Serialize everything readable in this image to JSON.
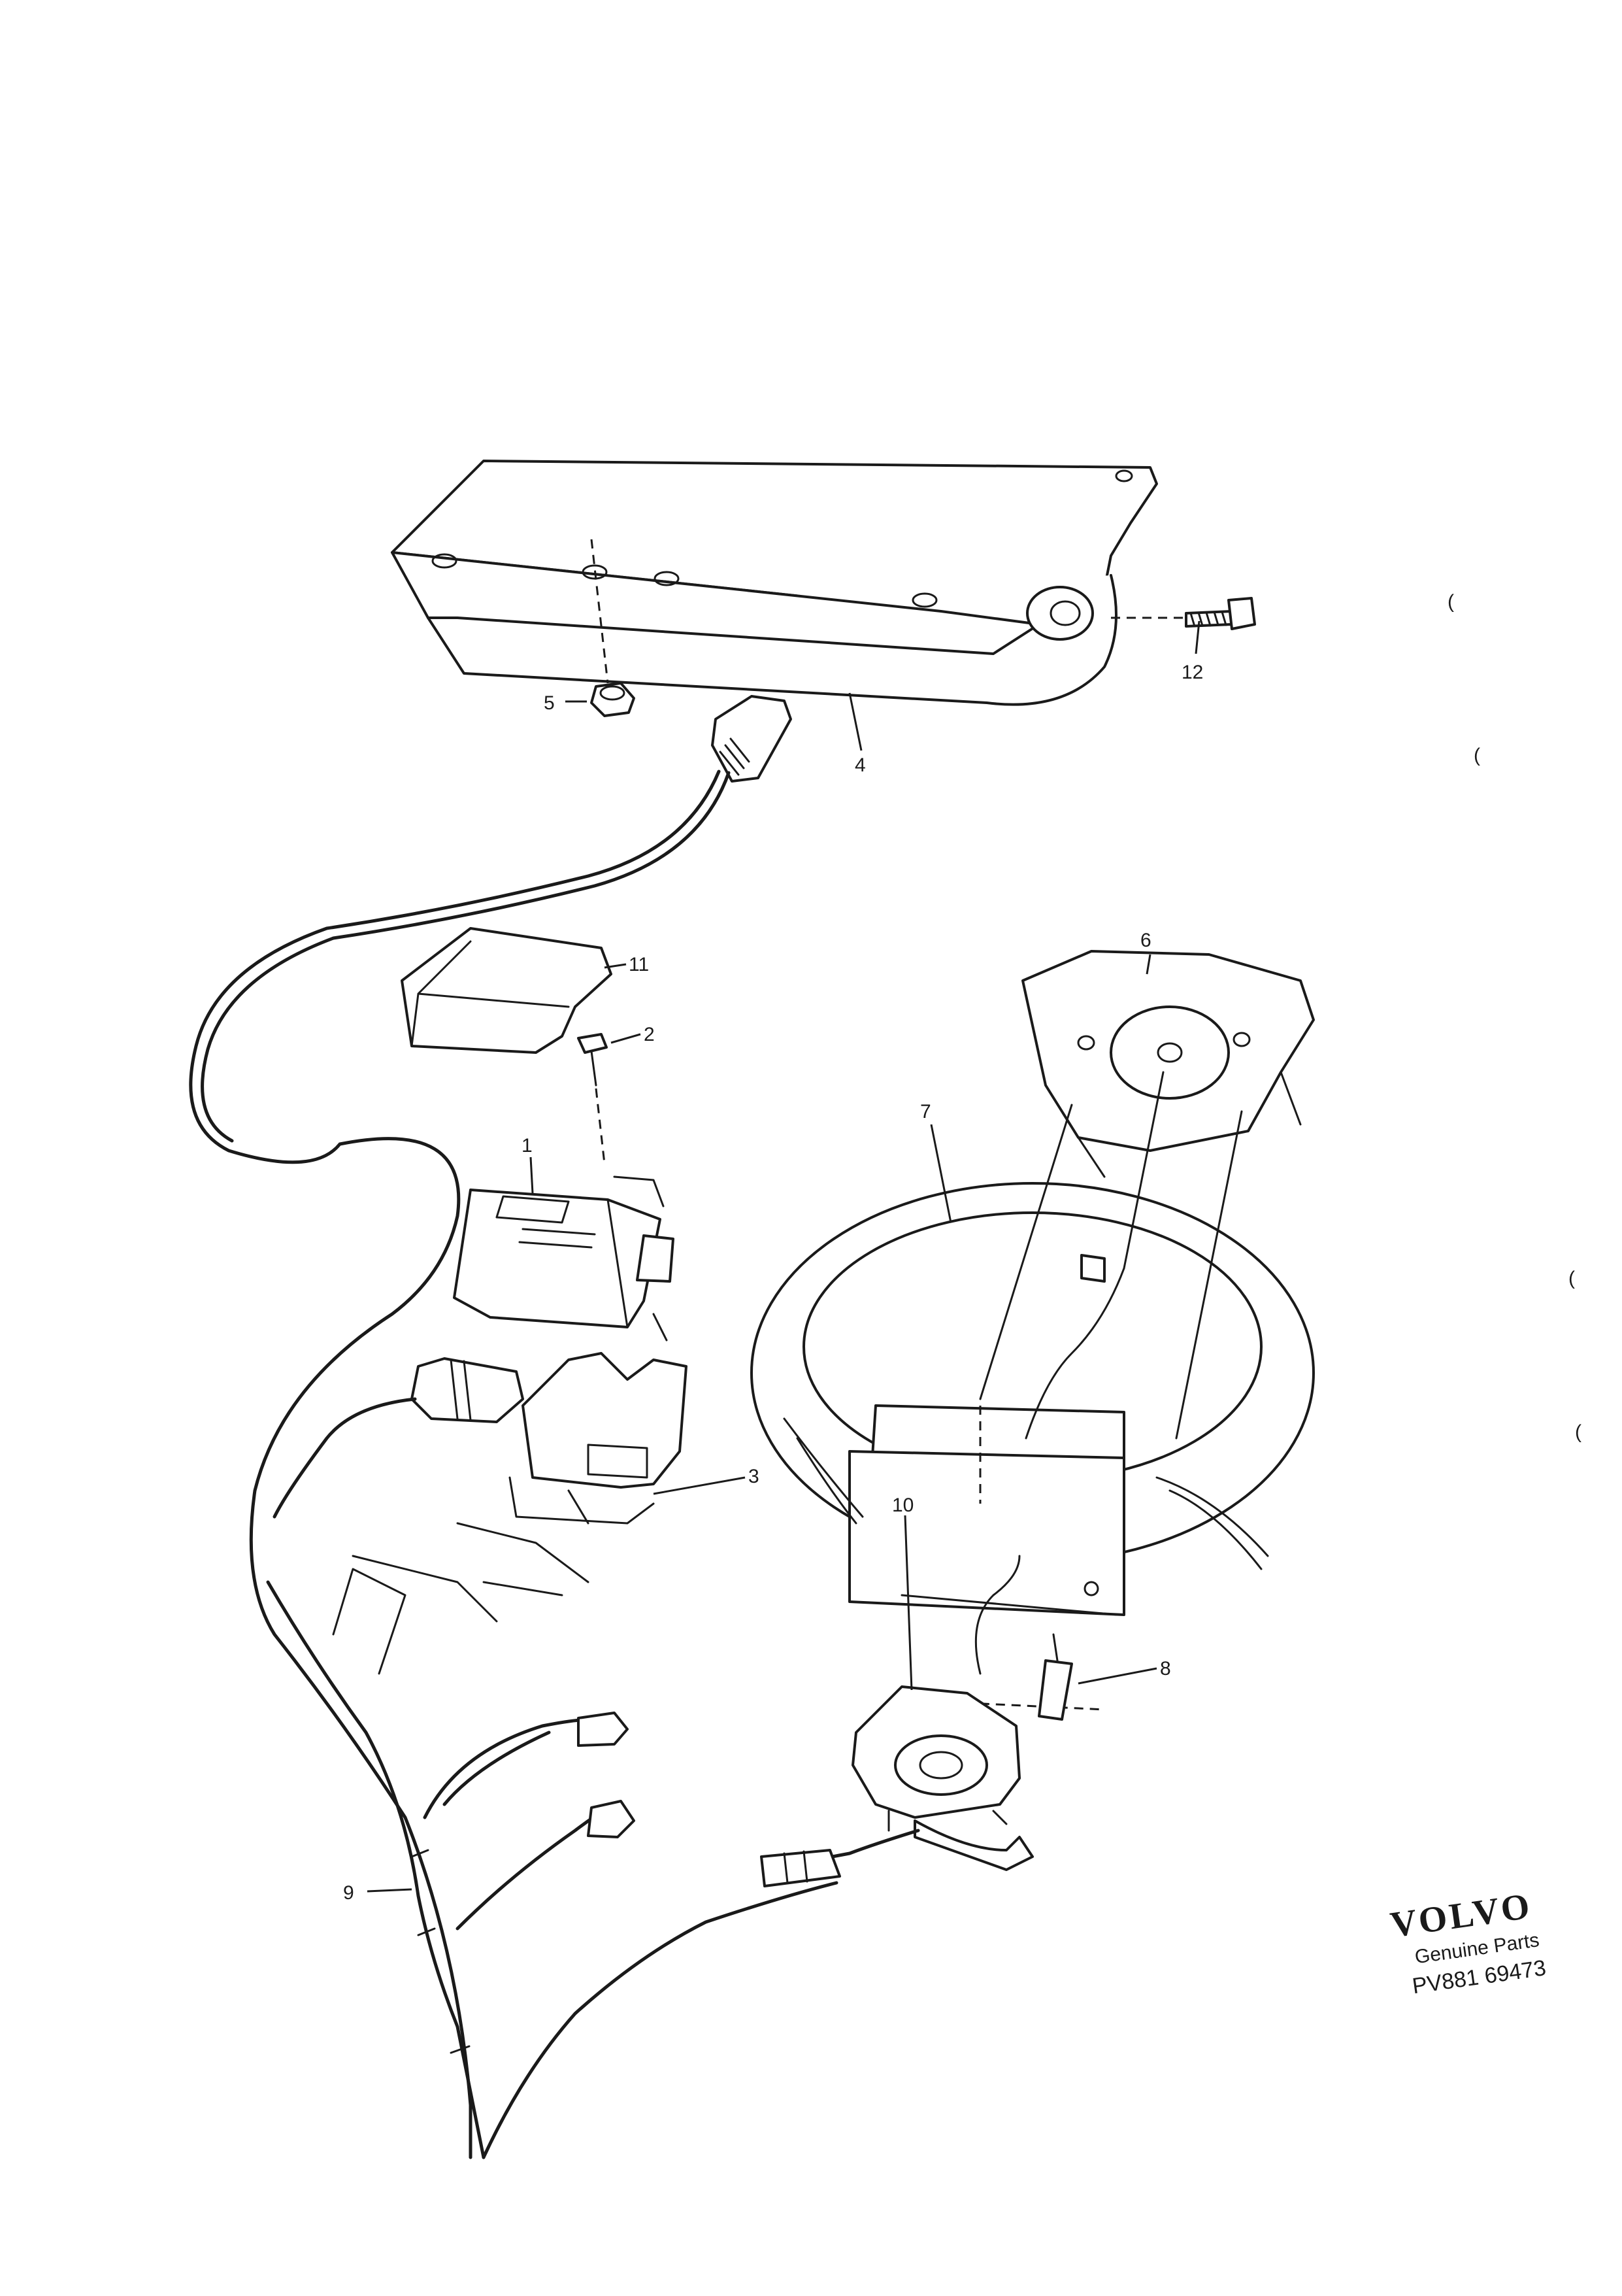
{
  "callouts": {
    "c1": "1",
    "c2": "2",
    "c3": "3",
    "c4": "4",
    "c5": "5",
    "c6": "6",
    "c7": "7",
    "c8": "8",
    "c9": "9",
    "c10": "10",
    "c11": "11",
    "c12": "12"
  },
  "stamp": {
    "brand": "VOLVO",
    "subtitle": "Genuine Parts",
    "part_number": "PV881 69473"
  },
  "margin_marks": [
    "(",
    "(",
    "(",
    "("
  ]
}
